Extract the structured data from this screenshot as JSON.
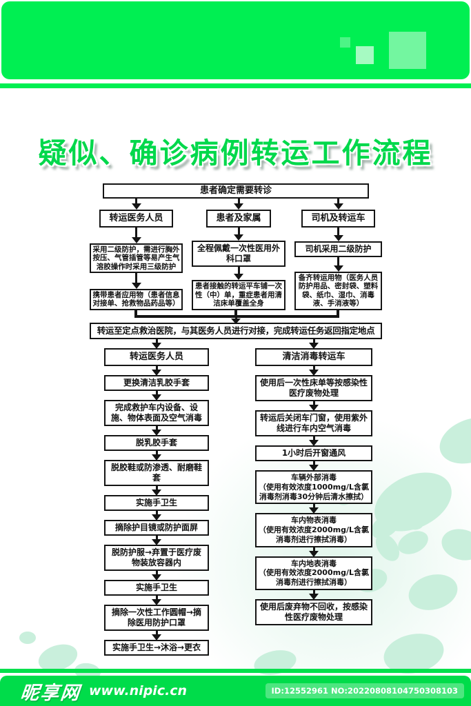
{
  "title": "疑似、确诊病例转运工作流程",
  "colors": {
    "brand_green": "#00ef52",
    "title_green": "#00d84b",
    "blob_mint": "#c9efdc",
    "box_border": "#141414"
  },
  "flow": {
    "start": "患者确定需要转诊",
    "top_columns": [
      {
        "header": "转运医务人员",
        "steps": [
          "采用二级防护，需进行胸外按压、气管插管等易产生气溶胶操作时采用三级防护",
          "携带患者应用物（患者信息对接单、抢救物品药品等）"
        ]
      },
      {
        "header": "患者及家属",
        "steps": [
          "全程佩戴一次性医用外科口罩",
          "患者接触的转运平车铺一次性（中）单，重症患者用清洁床单覆盖全身"
        ]
      },
      {
        "header": "司机及转运车",
        "steps": [
          "司机采用二级防护",
          "备齐转运用物（医务人员防护用品、密封袋、塑料袋、纸巾、湿巾、消毒液、手消液等）"
        ]
      }
    ],
    "merge": "转运至定点救治医院，与其医务人员进行对接，完成转运任务返回指定地点",
    "left_branch": {
      "header": "转运医务人员",
      "steps": [
        "更换清洁乳胶手套",
        "完成救护车内设备、设施、物体表面及空气消毒",
        "脱乳胶手套",
        "脱胶鞋或防渗透、耐磨鞋套",
        "实施手卫生",
        "摘除护目镜或防护面屏",
        "脱防护服→弃置于医疗废物装放容器内",
        "实施手卫生",
        "摘除一次性工作圆帽→摘除医用防护口罩",
        "实施手卫生→沐浴→更衣"
      ]
    },
    "right_branch": {
      "header": "清洁消毒转运车",
      "steps": [
        "使用后一次性床单等按感染性医疗废物处理",
        "转运后关闭车门窗，使用紫外线进行车内空气消毒",
        "1小时后开窗通风",
        "车辆外部消毒\n（使用有效浓度1000mg/L含氯消毒剂消毒30分钟后清水擦拭）",
        "车内物表消毒\n（使用有效浓度2000mg/L含氯消毒剂进行擦拭消毒）",
        "车内地表消毒\n（使用有效浓度2000mg/L含氯消毒剂进行擦拭消毒）",
        "使用后废弃物不回收，按感染性医疗废物处理"
      ]
    }
  },
  "footer": {
    "site_name": "昵享网",
    "site_url": "www.nipic.cn",
    "image_id": "ID:12552961 NO:20220808104750308103"
  }
}
